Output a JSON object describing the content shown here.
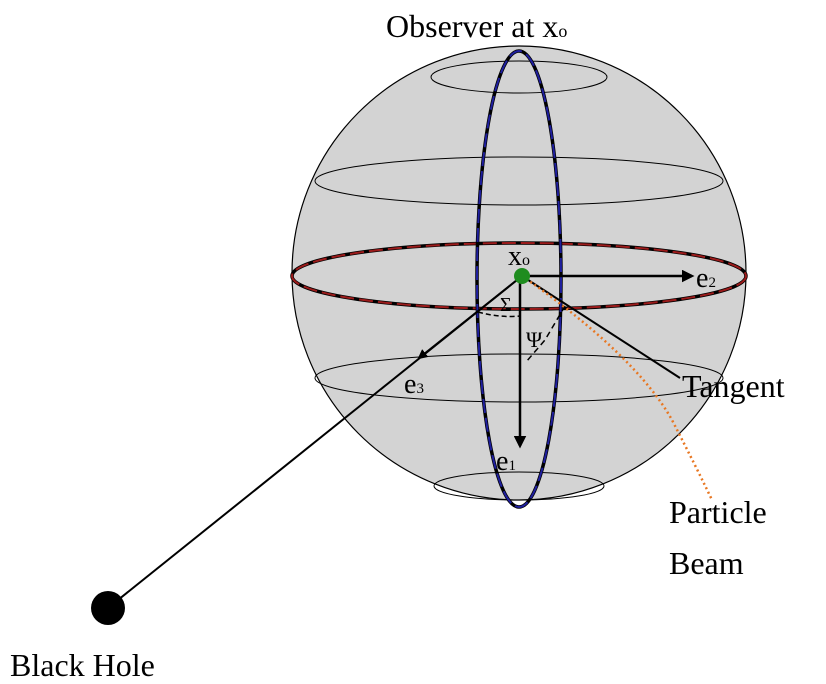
{
  "labels": {
    "observer": "Observer at x",
    "observer_sub": "o",
    "point": "x",
    "point_sub": "o",
    "e1": "e",
    "e1_sub": "1",
    "e2": "e",
    "e2_sub": "2",
    "e3": "e",
    "e3_sub": "3",
    "sigma": "Σ",
    "psi": "Ψ",
    "tangent": "Tangent",
    "particle_line1": "Particle",
    "particle_line2": "Beam",
    "black_hole": "Black Hole"
  },
  "colors": {
    "sphere_fill": "#d3d3d3",
    "meridian": "#1f1f9e",
    "equator": "#9b1b1b",
    "observer_dot": "#1e8c1e",
    "particle_beam": "#e87722",
    "ink": "#000000"
  }
}
